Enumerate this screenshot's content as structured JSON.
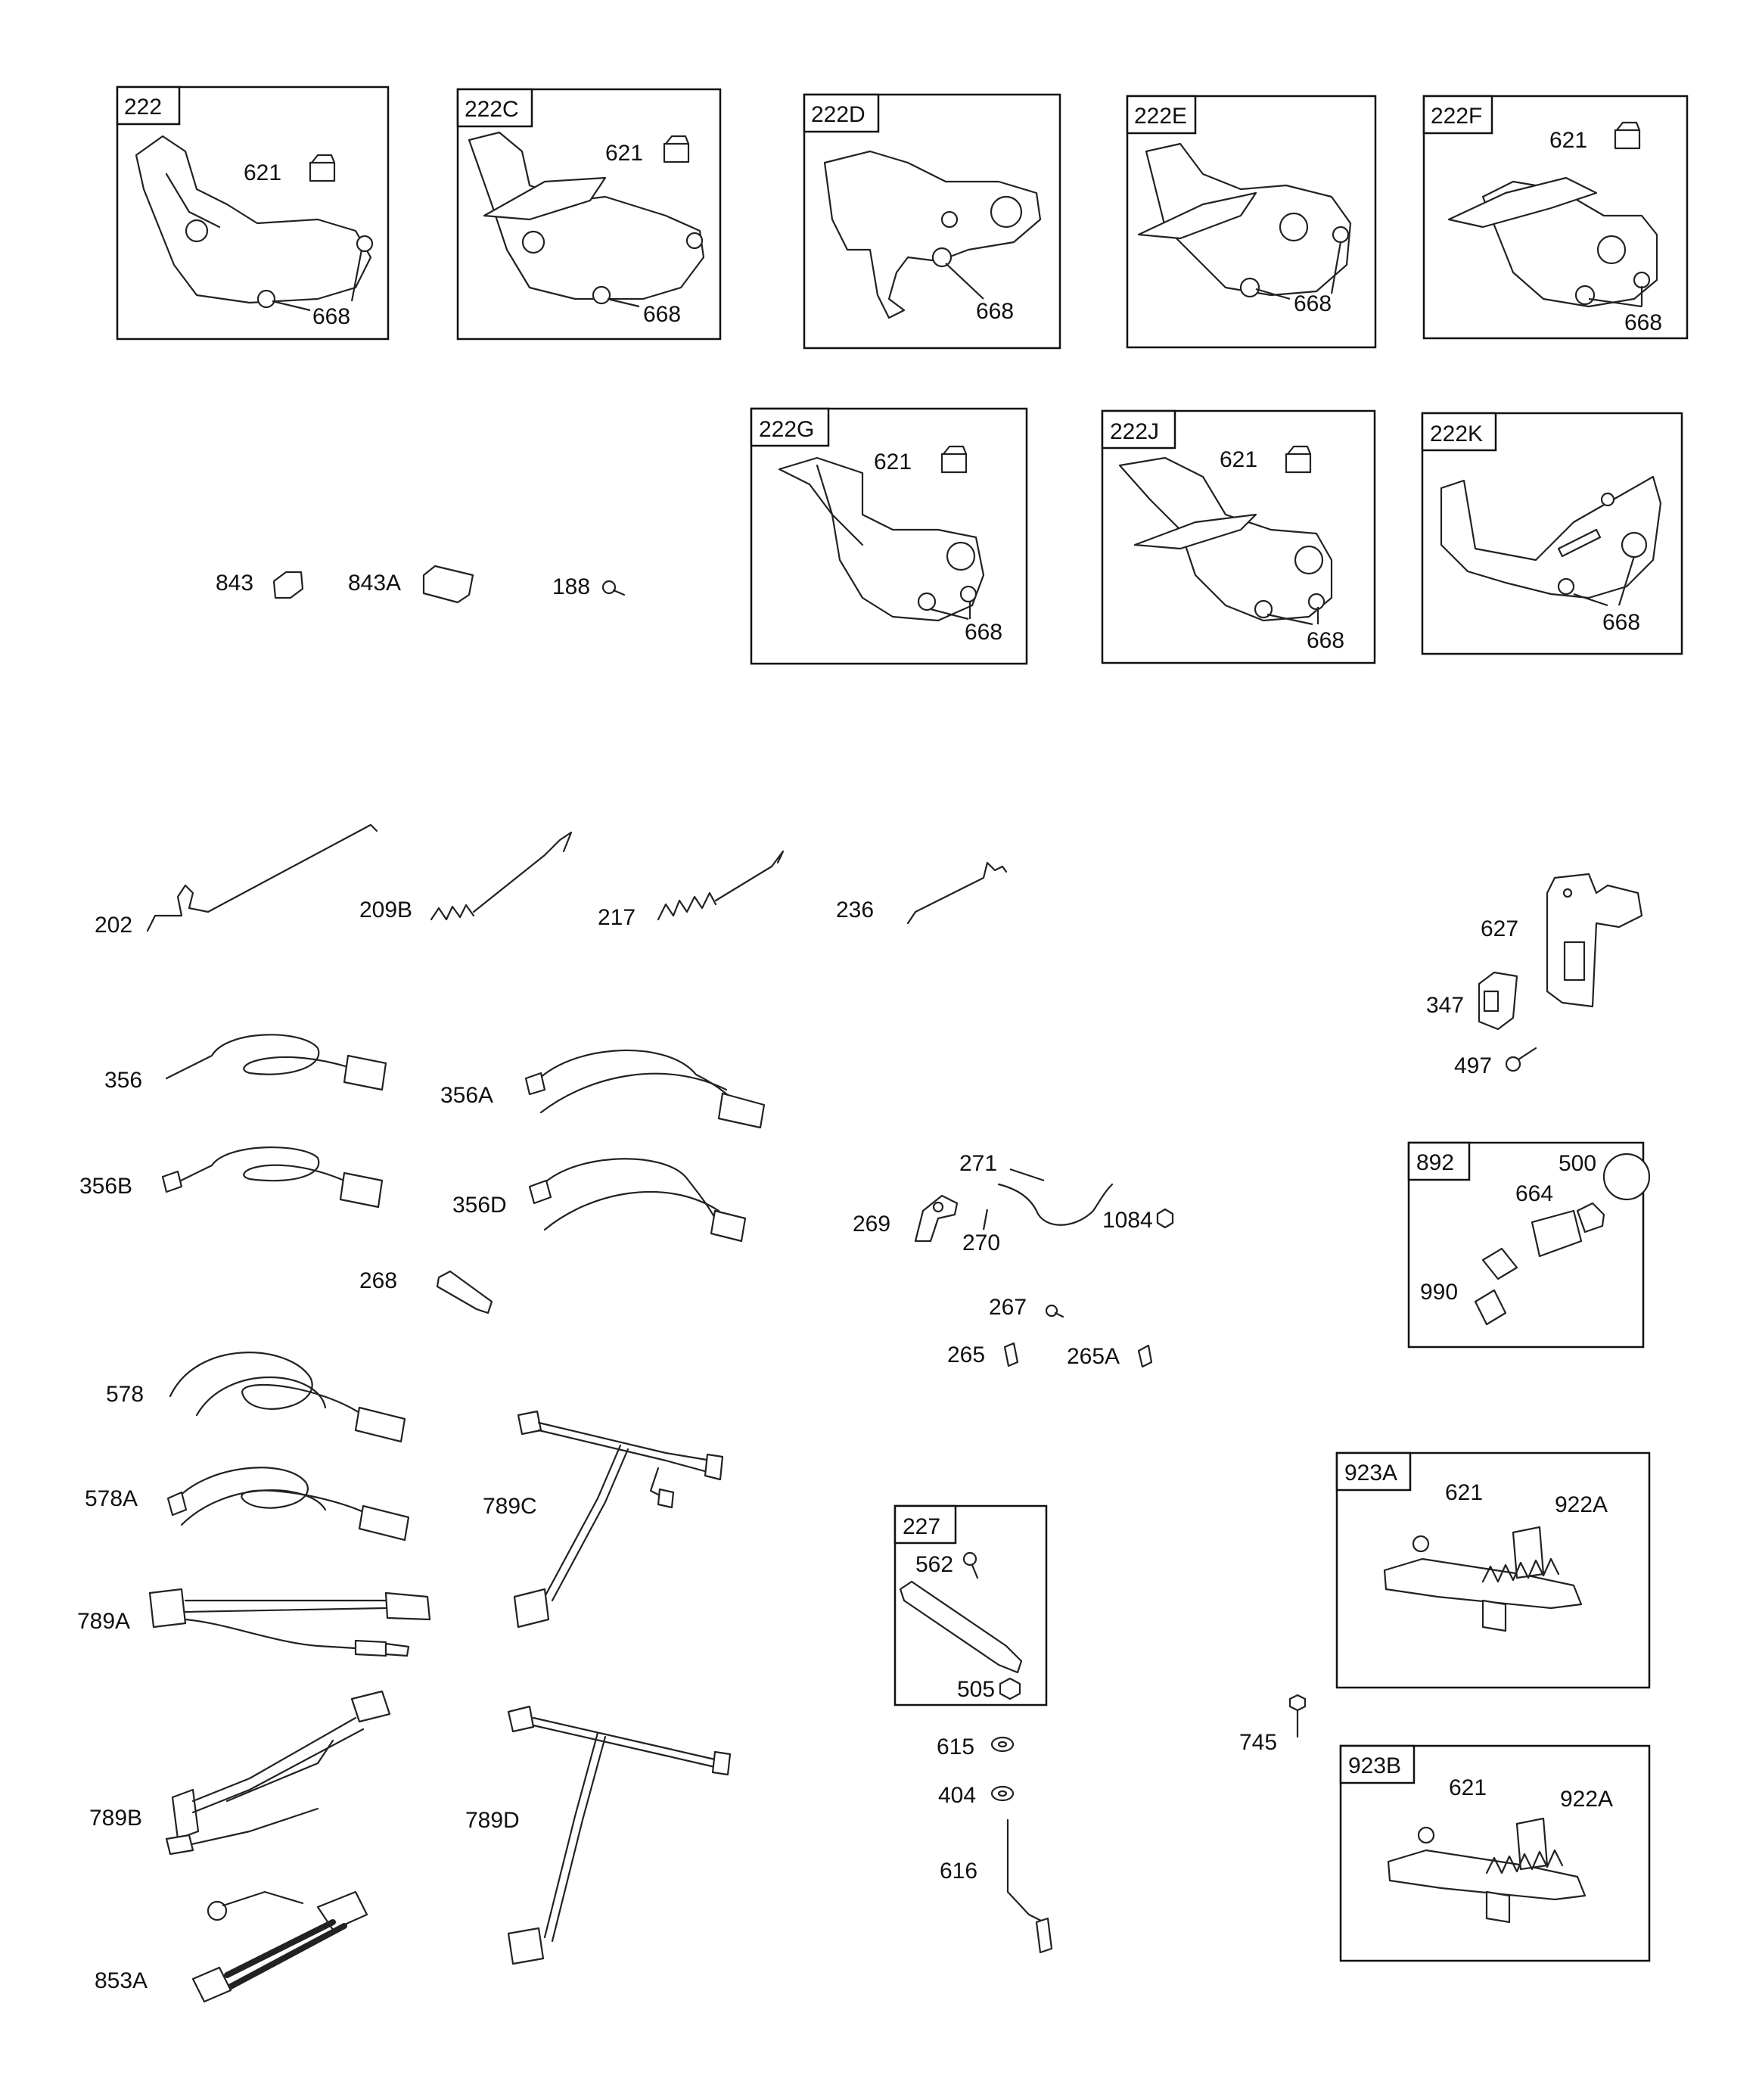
{
  "boxes": [
    {
      "id": "222",
      "labels": [
        "621",
        "668"
      ]
    },
    {
      "id": "222C",
      "labels": [
        "621",
        "668"
      ]
    },
    {
      "id": "222D",
      "labels": [
        "668"
      ]
    },
    {
      "id": "222E",
      "labels": [
        "668"
      ]
    },
    {
      "id": "222F",
      "labels": [
        "621",
        "668"
      ]
    },
    {
      "id": "222G",
      "labels": [
        "621",
        "668"
      ]
    },
    {
      "id": "222J",
      "labels": [
        "621",
        "668"
      ]
    },
    {
      "id": "222K",
      "labels": [
        "668"
      ]
    },
    {
      "id": "892",
      "labels": [
        "500",
        "664",
        "990"
      ]
    },
    {
      "id": "227",
      "labels": [
        "562",
        "505"
      ]
    },
    {
      "id": "923A",
      "labels": [
        "621",
        "922A"
      ]
    },
    {
      "id": "923B",
      "labels": [
        "621",
        "922A"
      ]
    }
  ],
  "loose_parts": [
    "843",
    "843A",
    "188",
    "202",
    "209B",
    "217",
    "236",
    "627",
    "347",
    "497",
    "356",
    "356A",
    "356B",
    "356D",
    "268",
    "271",
    "269",
    "270",
    "1084",
    "267",
    "265",
    "265A",
    "578",
    "578A",
    "789C",
    "789A",
    "789B",
    "789D",
    "853A",
    "615",
    "404",
    "616",
    "745"
  ]
}
